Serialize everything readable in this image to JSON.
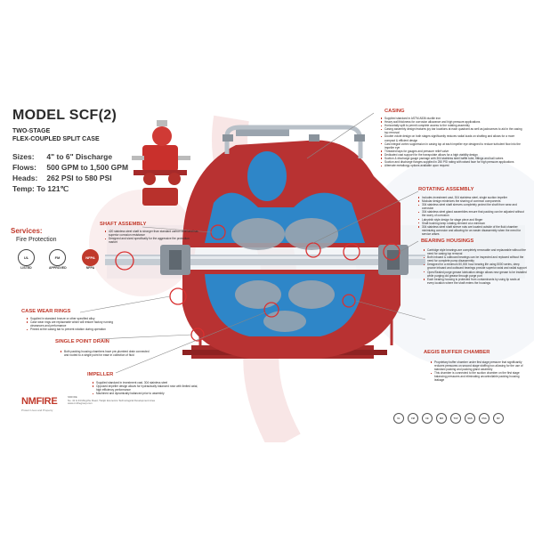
{
  "header": {
    "title": "MODEL SCF(2)",
    "subtitle_line1": "TWO-STAGE",
    "subtitle_line2": "FLEX-COUPLED SPLIT CASE"
  },
  "specs": [
    {
      "label": "Sizes:",
      "value": "4\" to 6\" Discharge"
    },
    {
      "label": "Flows:",
      "value": "500 GPM to 1,500 GPM"
    },
    {
      "label": "Heads:",
      "value": "262 PSI to 580 PSI"
    },
    {
      "label": "Temp:",
      "value": "To 121℃"
    }
  ],
  "services": {
    "heading": "Services:",
    "value": "Fire Protection"
  },
  "approvals": [
    {
      "mark": "UL",
      "caption": "LISTED"
    },
    {
      "mark": "FM",
      "caption": "APPROVED"
    },
    {
      "mark": "NFPA",
      "caption": "NFPA"
    }
  ],
  "sections": {
    "casing": {
      "heading": "CASING",
      "items": [
        "Supplied standard in ASTM A536 ductile iron",
        "Heavy wall thickness for corrosion allowance and high pressure applications",
        "Horizontally split to permit complete access to the rotating assembly",
        "Casing assembly design features joy bar locations at each quadrant as well as jackscrews to aid in the casing top removal",
        "Double volute design on both stages significantly reduces radial loads on shafting and allows for a more compact & efficient design",
        "Cast integral vortex suppression in casing top at each impeller eye designed to reduce turbulent flow into the impeller eye",
        "Threaded taps for gauges and pressure relief valve",
        "Dedicated cast support for the transpolate allows for a high viability design",
        "Suction & discharge gauge package with 304 stainless steel baffle tube, fittings and ball valves",
        "Suction and discharge flanges supplied in 250 PSI rating with raised face for high pressure applications",
        "Alternate metallurgy options available upon request"
      ]
    },
    "rotating": {
      "heading": "ROTATING ASSEMBLY",
      "items": [
        "Includes investment cast, 304 stainless steel, single suction impeller",
        "Modular design minimizes the sharing of common components",
        "304 stainless steel shaft sleeves completely protect the shaft from wear and corrosion",
        "304 stainless steel gland assemblies ensure that packing can be adjusted without the worry of corrosion",
        "Labyrinth style design for stage piece and flinger",
        "Shaft bushing keep rotating element at a minimum",
        "304 stainless steel shaft sleeve nuts are located outside of the fluid chamber minimizing corrosion and allowing for an easier disassembly when the need for service arises"
      ]
    },
    "bearing": {
      "heading": "BEARING HOUSINGS",
      "items": [
        "Cartridge style bearings are completely removable and replaceable without the need for casing top removal",
        "Both inboard & outboard bearings can be inspected and replaced without the need for complete pump disassembly",
        "Designed for a minimum 50,000 hour bearing life using 5000 series, deep groove inboard and outboard bearings provide superior axial and radial support",
        "Open/Sealed purge grease lubrication design allows new grease to be installed while purging old grease through purge port",
        "Each bearing housing is protected from contaminants by using lip seals at every location where the shaft enters the housings"
      ]
    },
    "aegis": {
      "heading": "AEGIS BUFFER CHAMBER",
      "items": [
        "Proprietary buffer chamber under first stage pressure that significantly reduces pressures on second stage stuffing box allowing for the use of standard packing and packing gland assembly",
        "This chamber is connected to the suction chamber on the first stage balancing pressures and eliminating uncontrollable packing housing leakage"
      ]
    },
    "shaft": {
      "heading": "SHAFT ASSEMBLY",
      "items": [
        "420 stainless steel shaft is stronger than standard carbon steel and has superior corrosion resistance",
        "Designed and sized specifically for the aggressive fire protection market"
      ]
    },
    "wear": {
      "heading": "CASE WEAR RINGS",
      "items": [
        "Supplied in standard bronze or other specified alloy",
        "Case wear rings are replaceable which will restore factory running clearances and performance",
        "Pinned at the casing bar to prevent rotation during operation"
      ]
    },
    "drain": {
      "heading": "SINGLE POINT DRAIN",
      "items": [
        "Both packing housing chambers have pre-plumbed drain connected and routed to a single point for ease in collection of fluid"
      ]
    },
    "impeller": {
      "heading": "IMPELLER",
      "items": [
        "Supplied standard in investment cast, 304 stainless steel",
        "Opposed impeller design allows for hydraulically balanced rotor with limited axial, high efficiency performance",
        "Machined and dynamically balanced prior to assembly"
      ]
    }
  },
  "footer": {
    "brand": "NMFIRE",
    "brand_tagline": "Protect Lives and Property",
    "address_line1": "NMFIRE",
    "address_line2": "No. 41 & 43 Mingzhu Road, Tianjin Economic-Technological Development Area",
    "address_line3": "www.nmfiregroup.com",
    "certs": [
      "UL",
      "FM",
      "CE",
      "ISO",
      "TUV",
      "SGS",
      "CSA",
      "BV"
    ]
  },
  "colors": {
    "accent": "#c0392b",
    "pump_red": "#b83232",
    "pump_blue": "#2e86c8",
    "steel": "#9aa4ae"
  }
}
